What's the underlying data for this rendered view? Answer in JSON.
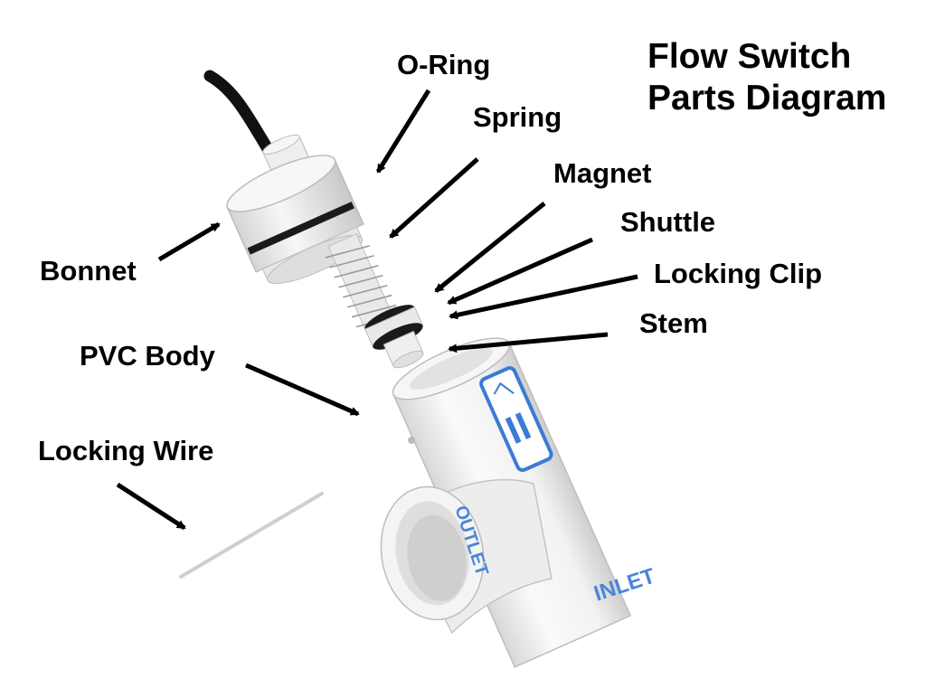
{
  "title": {
    "line1": "Flow Switch",
    "line2": "Parts Diagram"
  },
  "labels": {
    "o_ring": "O-Ring",
    "spring": "Spring",
    "magnet": "Magnet",
    "shuttle": "Shuttle",
    "locking_clip": "Locking Clip",
    "stem": "Stem",
    "bonnet": "Bonnet",
    "pvc_body": "PVC Body",
    "locking_wire": "Locking Wire"
  },
  "pipe_markings": {
    "outlet": "OUTLET",
    "inlet": "INLET"
  },
  "colors": {
    "label_text": "#000000",
    "arrow": "#000000",
    "pvc": "#f1f1f1",
    "bonnet": "#ebebeb",
    "cable": "#111111",
    "o_ring": "#1a1a1a",
    "brand_label": "#3a7bd5",
    "pipe_text": "#4a86d8"
  }
}
